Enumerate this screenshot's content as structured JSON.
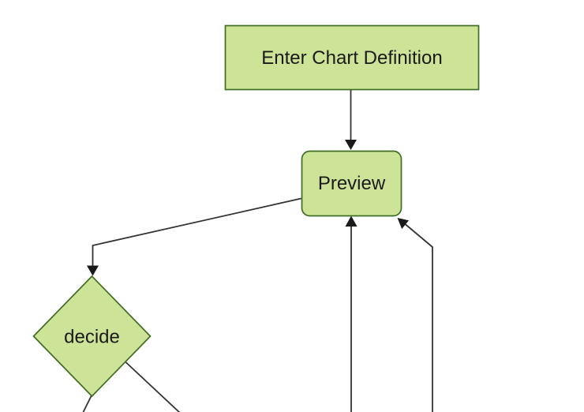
{
  "diagram": {
    "type": "flowchart",
    "direction": "top-down",
    "nodes": [
      {
        "id": "enter-chart-definition",
        "label": "Enter Chart Definition",
        "shape": "rectangle"
      },
      {
        "id": "preview",
        "label": "Preview",
        "shape": "rounded-rectangle"
      },
      {
        "id": "decide",
        "label": "decide",
        "shape": "diamond"
      }
    ],
    "edges": [
      {
        "from": "enter-chart-definition",
        "to": "preview",
        "arrowhead": true
      },
      {
        "from": "preview",
        "to": "decide",
        "arrowhead": true
      },
      {
        "from": "decide",
        "to": "offscreen-bottom-left",
        "arrowhead": false
      },
      {
        "from": "decide",
        "to": "offscreen-bottom-right",
        "arrowhead": false
      },
      {
        "from": "offscreen-bottom",
        "to": "preview",
        "arrowhead": true
      },
      {
        "from": "offscreen-bottom-right",
        "to": "preview",
        "arrowhead": true
      }
    ],
    "colors": {
      "background": "#ffffff",
      "node_fill": "#cde498",
      "node_border": "#3f6c23",
      "edge": "#333333",
      "arrowhead": "#1a1a1a",
      "text": "#1a1a1a"
    }
  }
}
